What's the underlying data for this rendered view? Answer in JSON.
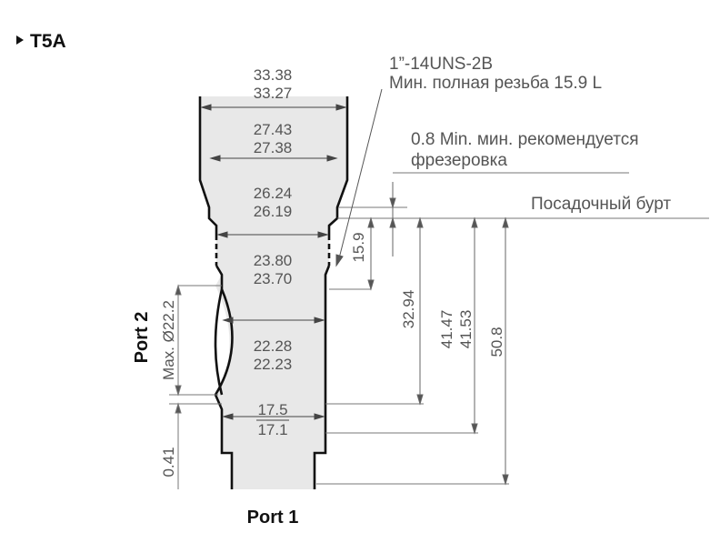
{
  "title": "T5A",
  "ports": {
    "port_1": "Port 1",
    "port_2": "Port 2"
  },
  "diameters": [
    {
      "upper": "33.38",
      "lower": "33.27"
    },
    {
      "upper": "27.43",
      "lower": "27.38"
    },
    {
      "upper": "26.24",
      "lower": "26.19"
    },
    {
      "upper": "23.80",
      "lower": "23.70"
    },
    {
      "upper": "22.28",
      "lower": "22.23"
    },
    {
      "upper": "17.5",
      "lower": "17.1"
    }
  ],
  "port2_diameter": "Max. Ø22.2",
  "bottom_offset": "0.41",
  "thread": {
    "spec": "1”-14UNS-2B",
    "note": "Мин. полная резьба 15.9 L"
  },
  "chamfer": {
    "line1": "0.8 Min. мин. рекомендуется",
    "line2": "фрезеровка"
  },
  "shoulder_label": "Посадочный бурт",
  "depths": {
    "thread": "15.9",
    "d1": "32.94",
    "d2_upper": "41.47",
    "d2_lower": "41.53",
    "d3": "50.8"
  },
  "colors": {
    "fill": "#e8e8e8",
    "outline": "#111111",
    "dimension": "#555555"
  }
}
